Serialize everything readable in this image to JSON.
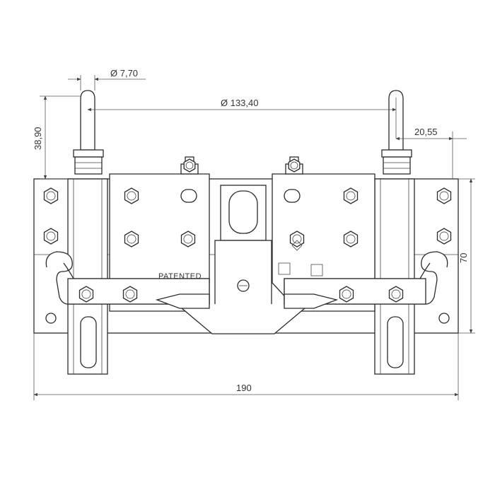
{
  "dimensions": {
    "pin_diameter": "Ø 7,70",
    "pin_spacing": "Ø 133,40",
    "pin_height": "38,90",
    "pin_offset": "20,55",
    "overall_width": "190",
    "overall_height": "70"
  },
  "labels": {
    "patented_mark": "PATENTED"
  },
  "colors": {
    "line": "#333333",
    "background": "#ffffff"
  }
}
